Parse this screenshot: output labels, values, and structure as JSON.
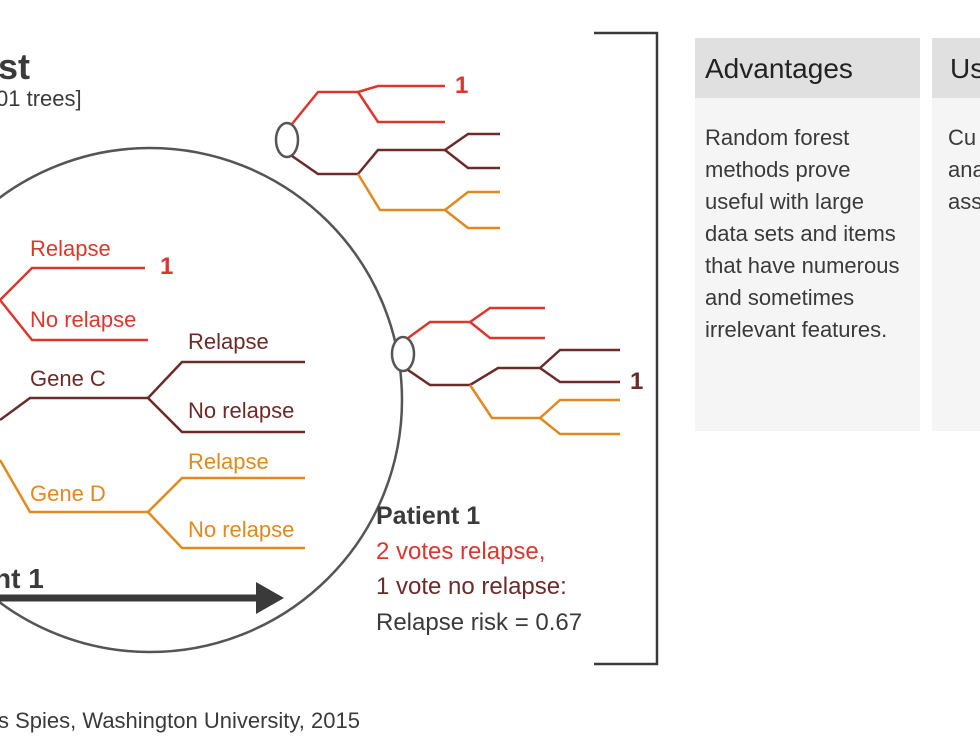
{
  "diagram": {
    "title": "st",
    "subtitle": "01 trees]",
    "big_tree": {
      "branches": [
        {
          "label": "Relapse",
          "vote": "1"
        },
        {
          "label": "No relapse"
        },
        {
          "label": "Gene C"
        },
        {
          "label": "Relapse"
        },
        {
          "label": "No relapse"
        },
        {
          "label": "Relapse"
        },
        {
          "label": "Gene D"
        },
        {
          "label": "No relapse"
        }
      ]
    },
    "small_tree_1_vote": "1",
    "small_tree_2_vote": "1",
    "arrow_label": "nt 1",
    "patient": {
      "title": "Patient 1",
      "line1": "2 votes relapse,",
      "line2": "1 vote no relapse:",
      "line3": "Relapse risk = 0.67"
    },
    "credit": "s Spies, Washington University, 2015",
    "colors": {
      "red": "#d9382f",
      "maroon": "#6b2b2a",
      "orange": "#e0891f",
      "dark": "#3a3a3a"
    }
  },
  "panels": [
    {
      "heading": "Advantages",
      "body": "Random forest methods prove useful with large data sets and items that have numerous and sometimes irrelevant features."
    },
    {
      "heading": "Us",
      "body": "Cu ana ass"
    }
  ]
}
